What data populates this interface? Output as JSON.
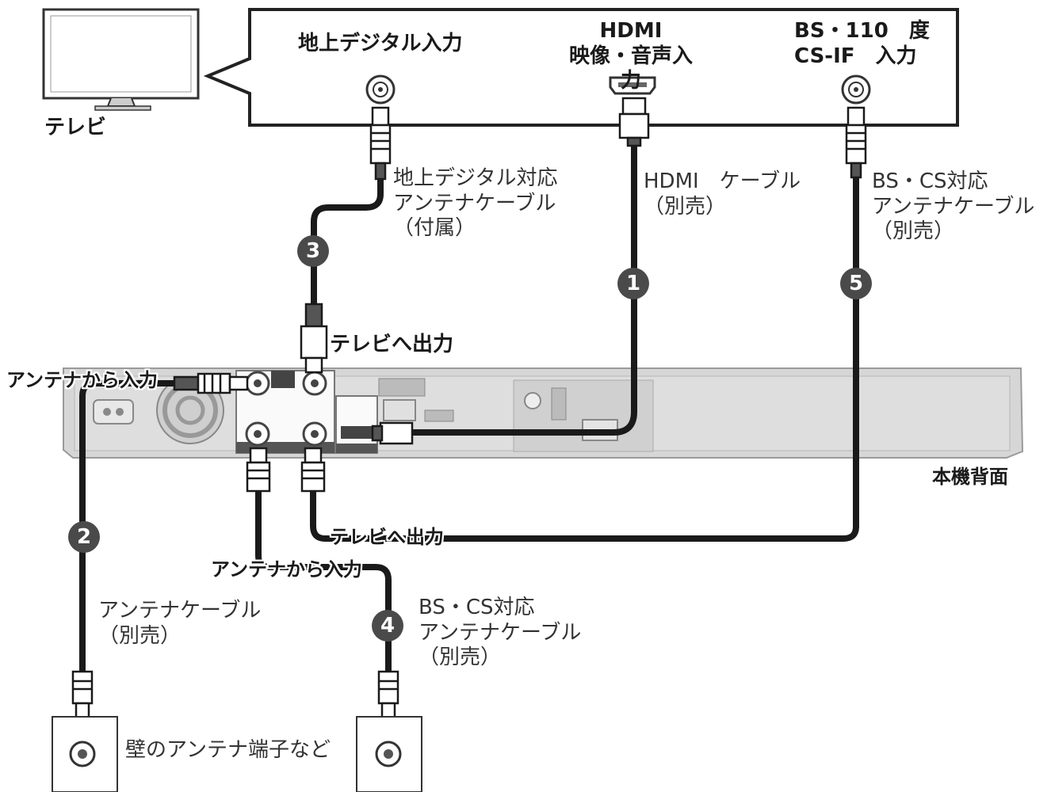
{
  "tv": {
    "label": "テレビ",
    "inputs": {
      "terrestrial": "地上デジタル入力",
      "hdmi": "HDMI\n映像・音声入力",
      "bs_cs": "BS・110　度\nCS-IF　入力"
    }
  },
  "cables": {
    "hdmi": "HDMI　ケーブル\n（別売）",
    "terrestrial": "地上デジタル対応\nアンテナケーブル\n（付属）",
    "bs_cs_tv": "BS・CS対応\nアンテナケーブル\n（別売）",
    "antenna": "アンテナケーブル\n（別売）",
    "bs_cs_wall": "BS・CS対応\nアンテナケーブル\n（別売）"
  },
  "recorder": {
    "label": "本機背面",
    "out_to_tv_terrestrial": "テレビへ出力",
    "in_from_antenna_terrestrial": "アンテナから入力",
    "out_to_tv_bs": "テレビへ出力",
    "in_from_antenna_bs": "アンテナから入力"
  },
  "wall": {
    "label": "壁のアンテナ端子など"
  },
  "steps": [
    "1",
    "2",
    "3",
    "4",
    "5"
  ]
}
